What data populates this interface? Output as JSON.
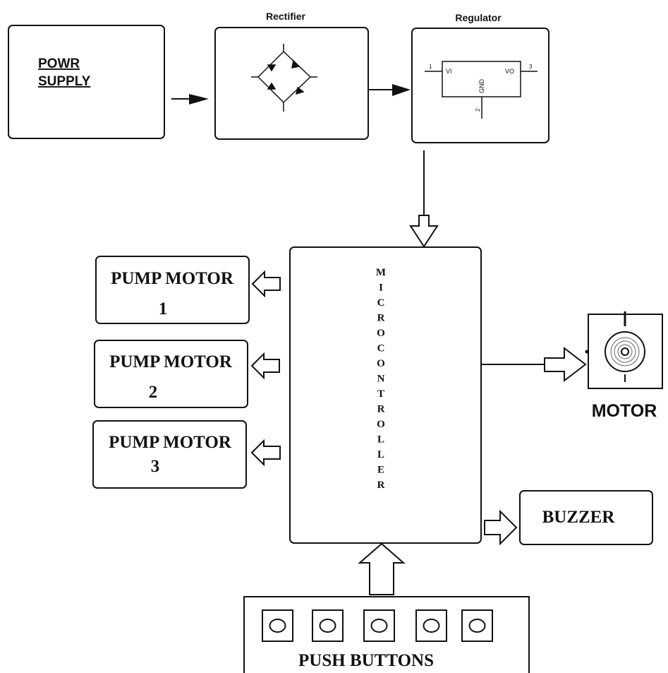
{
  "blocks": {
    "power_supply": {
      "line1": "POWR",
      "line2": "SUPPLY"
    },
    "rectifier": {
      "title": "Rectifier"
    },
    "regulator": {
      "title": "Regulator",
      "pin_vi": "VI",
      "pin_vo": "VO",
      "pin_gnd": "GND",
      "pin1": "1",
      "pin2": "2",
      "pin3": "3"
    },
    "microcontroller": {
      "label": "MICROCONTROLLER"
    },
    "pump_motors": [
      {
        "name": "PUMP MOTOR",
        "number": "1"
      },
      {
        "name": "PUMP MOTOR",
        "number": "2"
      },
      {
        "name": "PUMP MOTOR",
        "number": "3"
      }
    ],
    "motor": {
      "label": "MOTOR"
    },
    "buzzer": {
      "label": "BUZZER"
    },
    "push_buttons": {
      "label": "PUSH BUTTONS",
      "count": 5
    }
  },
  "colors": {
    "stroke": "#111111",
    "background": "#ffffff"
  },
  "icons": {
    "rectifier": "bridge-rectifier-icon",
    "regulator": "voltage-regulator-icon",
    "motor": "dc-motor-icon",
    "push_button": "push-button-icon"
  }
}
